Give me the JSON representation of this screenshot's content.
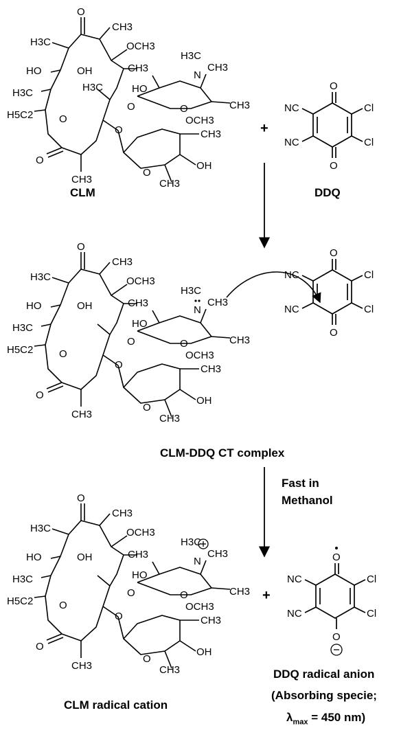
{
  "labels": {
    "clm": "CLM",
    "ddq": "DDQ",
    "complex": "CLM-DDQ CT complex",
    "step_condition_line1": "Fast in",
    "step_condition_line2": "Methanol",
    "radical_cation": "CLM radical cation",
    "radical_anion_line1": "DDQ radical anion",
    "radical_anion_line2": "(Absorbing specie;",
    "radical_anion_line3_prefix": "λ",
    "radical_anion_line3_sub": "max",
    "radical_anion_line3_suffix": " = 450 nm)",
    "plus": "+"
  },
  "atoms": {
    "O": "O",
    "H3C": "H3C",
    "CH3": "CH3",
    "HO": "HO",
    "OH": "OH",
    "OCH3": "OCH3",
    "H5C2": "H5C2",
    "N": "N",
    "NC": "NC",
    "Cl": "Cl"
  },
  "colors": {
    "ink": "#000000",
    "background": "#ffffff"
  }
}
